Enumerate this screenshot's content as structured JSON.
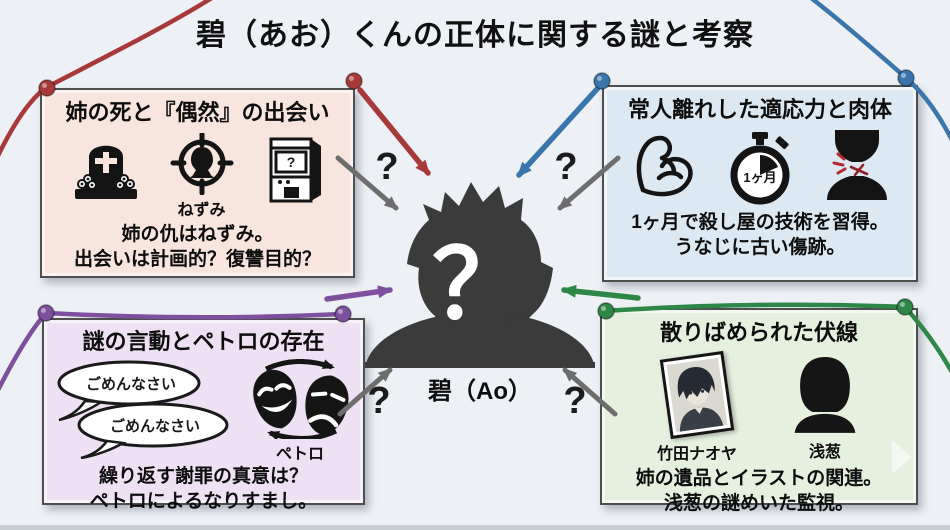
{
  "title": "碧（あお）くんの正体に関する謎と考察",
  "center": {
    "name": "碧（Ao）",
    "face_mark": "？"
  },
  "arrow_question_mark": "?",
  "colors": {
    "background": "#edf1f5",
    "red": "#a8393b",
    "blue": "#3a76ab",
    "purple": "#7d4f9d",
    "green": "#2e8747",
    "gray": "#6e6e6e",
    "silhouette": "#3b3b3b",
    "box_pink": "#f8e5de",
    "box_blue": "#dde9f2",
    "box_purple": "#eee1f4",
    "box_green": "#e5f0df"
  },
  "boxes": {
    "top_left": {
      "title": "姉の死と『偶然』の出会い",
      "target_label": "ねずみ",
      "arcade_mark": "?",
      "lines": [
        "姉の仇はねずみ。",
        "出会いは計画的？復讐目的？"
      ]
    },
    "top_right": {
      "title": "常人離れした適応力と肉体",
      "stopwatch_label": "1ヶ月",
      "lines": [
        "1ヶ月で殺し屋の技術を習得。",
        "うなじに古い傷跡。"
      ]
    },
    "bottom_left": {
      "title": "謎の言動とペトロの存在",
      "bubbles": [
        "ごめんなさい",
        "ごめんなさい"
      ],
      "masks_label": "ペトロ",
      "lines": [
        "繰り返す謝罪の真意は？",
        "ペトロによるなりすまし。"
      ]
    },
    "bottom_right": {
      "title": "散りばめられた伏線",
      "photo_label": "竹田ナオヤ",
      "silhouette_label": "浅葱",
      "lines": [
        "姉の遺品とイラストの関連。",
        "浅葱の謎めいた監視。"
      ]
    }
  }
}
